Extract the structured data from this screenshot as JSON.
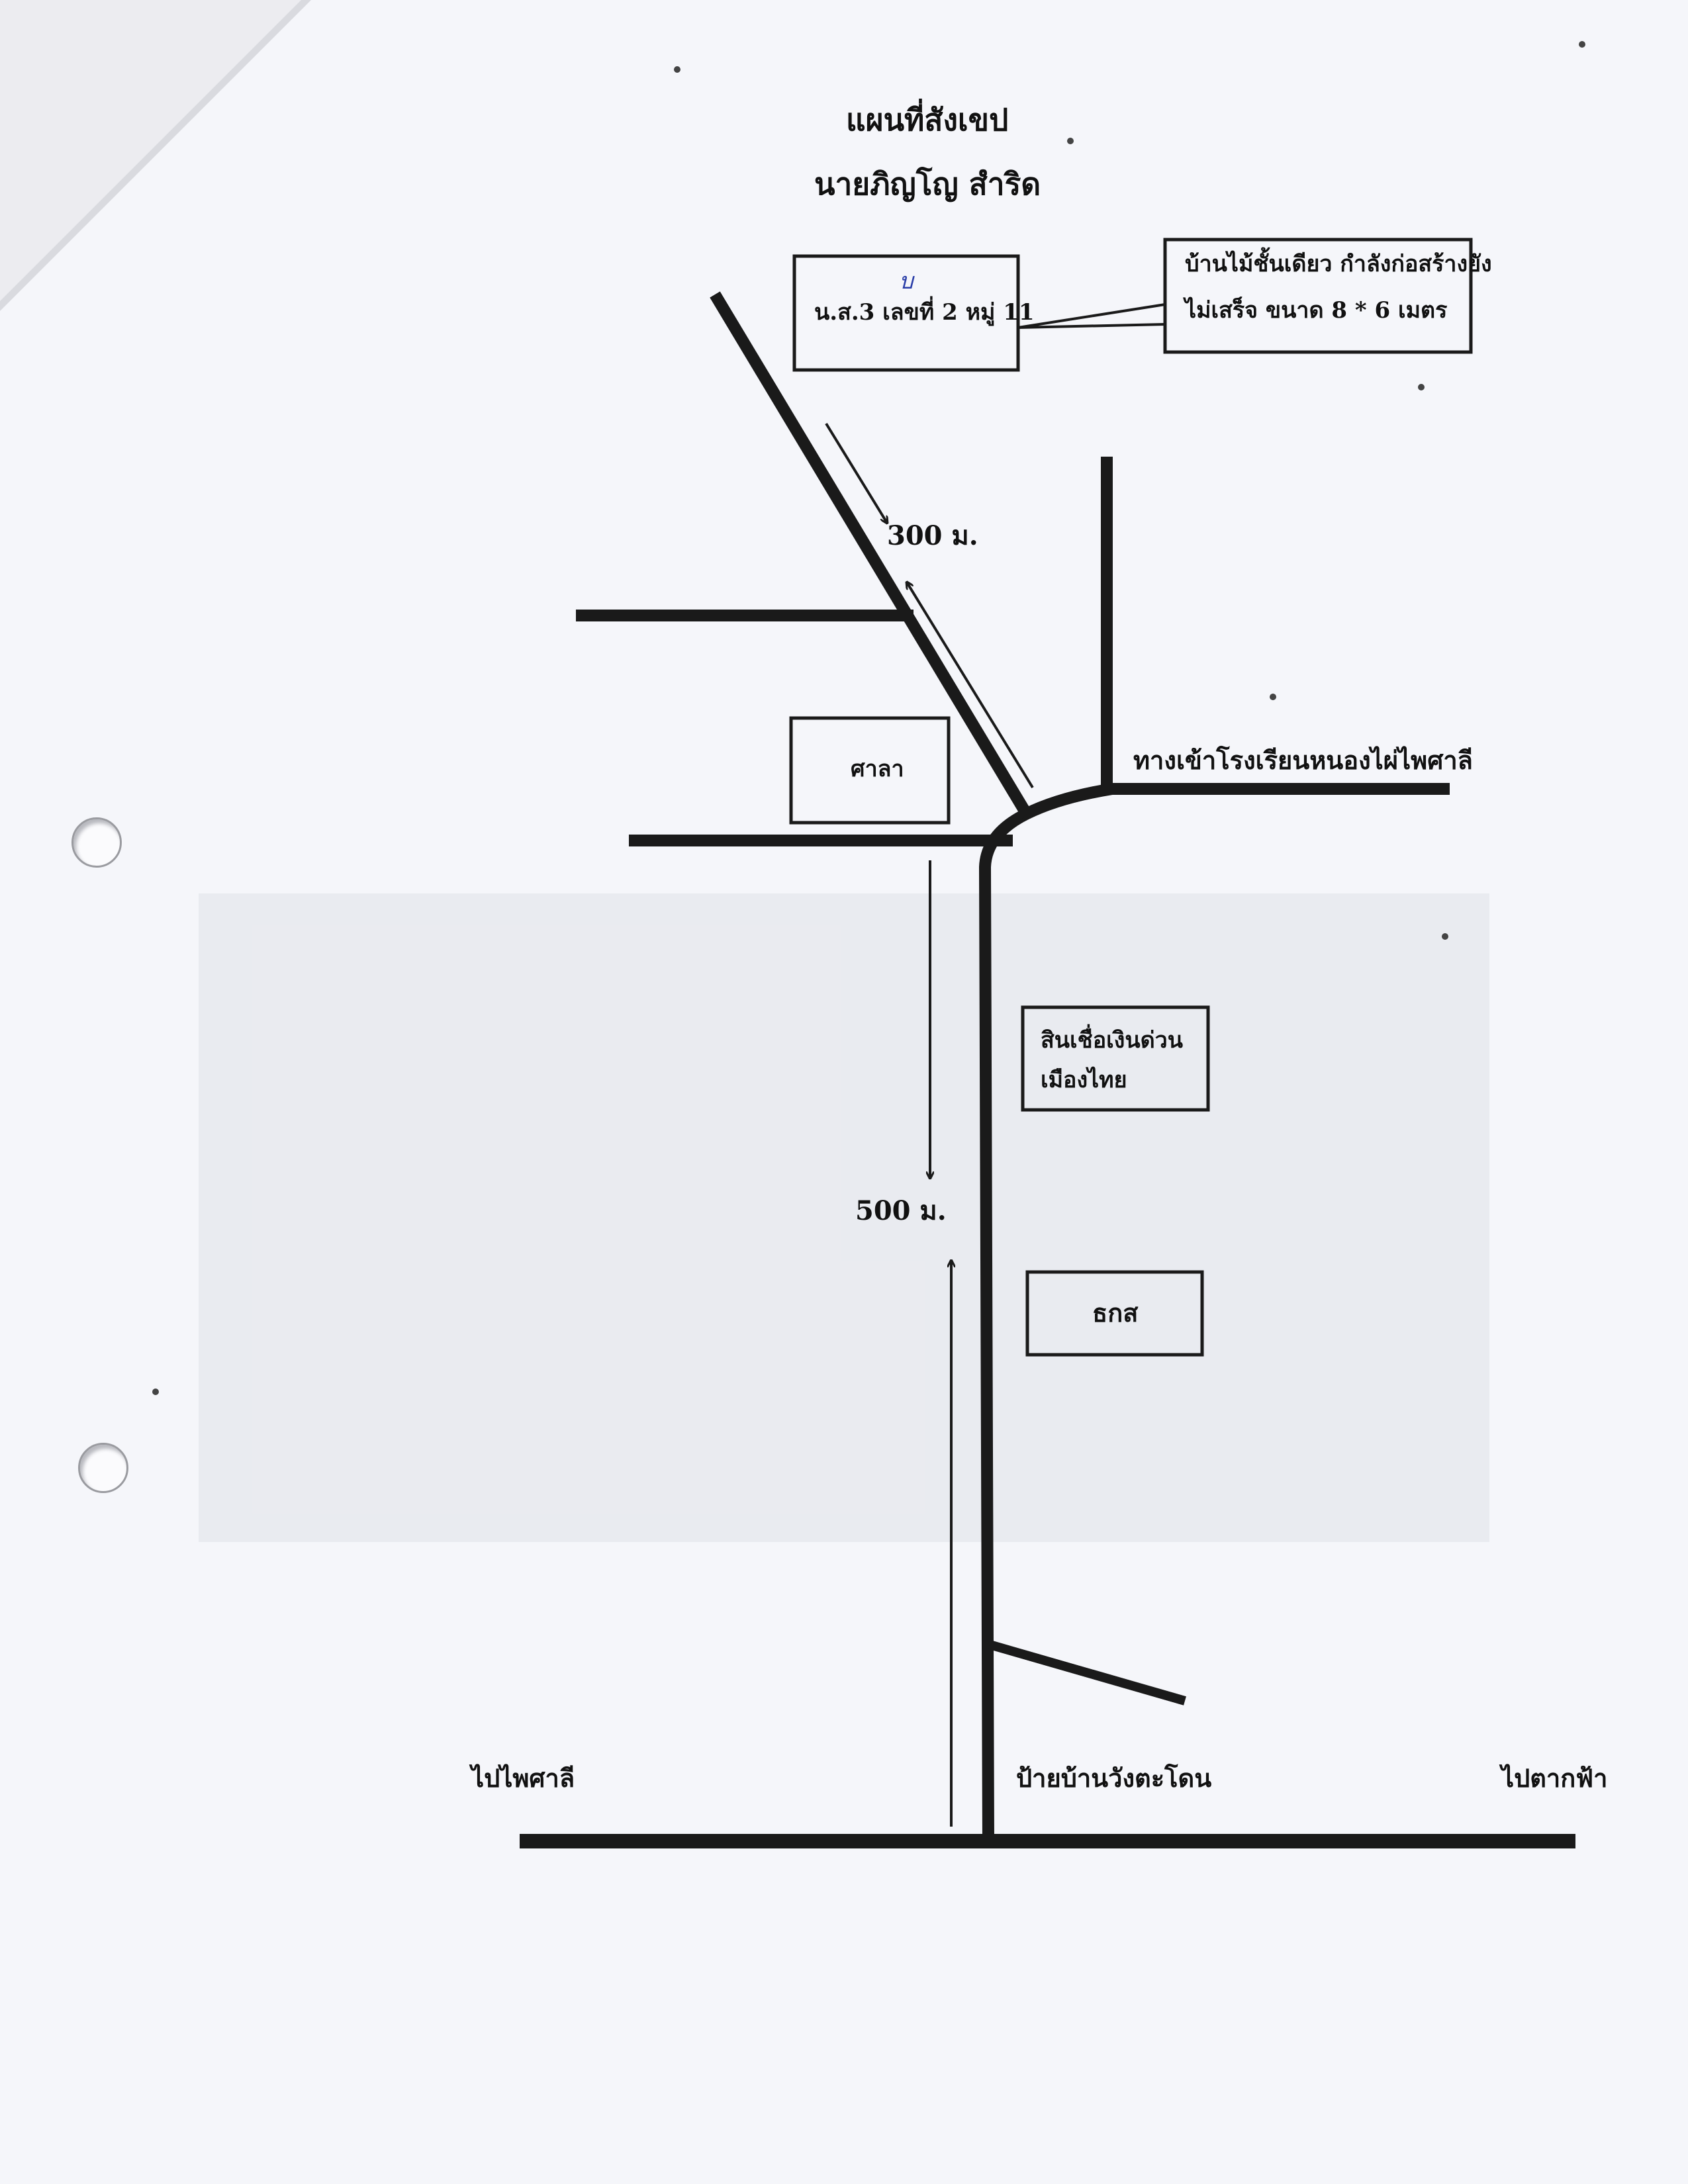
{
  "map": {
    "title": "แผนที่สังเขป",
    "owner": "นายภิญโญ  สำริด",
    "parcel_mark": "บ",
    "parcel_label": "น.ส.3 เลขที่ 2 หมู่ 11",
    "callout_line1": "บ้านไม้ชั้นเดียว กำลังก่อสร้างยัง",
    "callout_line2": "ไม่เสร็จ  ขนาด 8 * 6 เมตร",
    "distance_upper": "300 ม.",
    "distance_lower": "500 ม.",
    "school_entrance": "ทางเข้าโรงเรียนหนองไผ่ไพศาลี",
    "landmark_sala": "ศาลา",
    "landmark_credit_line1": "สินเชื่อเงินด่วน",
    "landmark_credit_line2": "เมืองไทย",
    "landmark_bank": "ธกส",
    "to_paisali": "ไปไพศาลี",
    "village_sign": "ป้ายบ้านวังตะโดน",
    "to_takfa": "ไปตากฟ้า"
  },
  "colors": {
    "ink": "#1a1a1a",
    "paper": "#f5f6fa",
    "ghost_text": "#c9cad2",
    "mark_blue": "#2a3ea8"
  }
}
